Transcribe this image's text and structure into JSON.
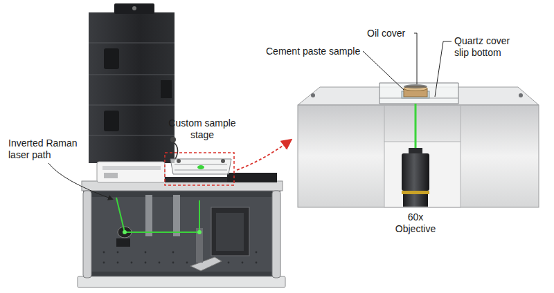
{
  "diagram": {
    "labels": [
      "Oil cover",
      "Cement paste sample",
      "Quartz cover slip bottom",
      "Custom sample stage",
      "Inverted Raman laser path",
      "60x Objective"
    ]
  }
}
